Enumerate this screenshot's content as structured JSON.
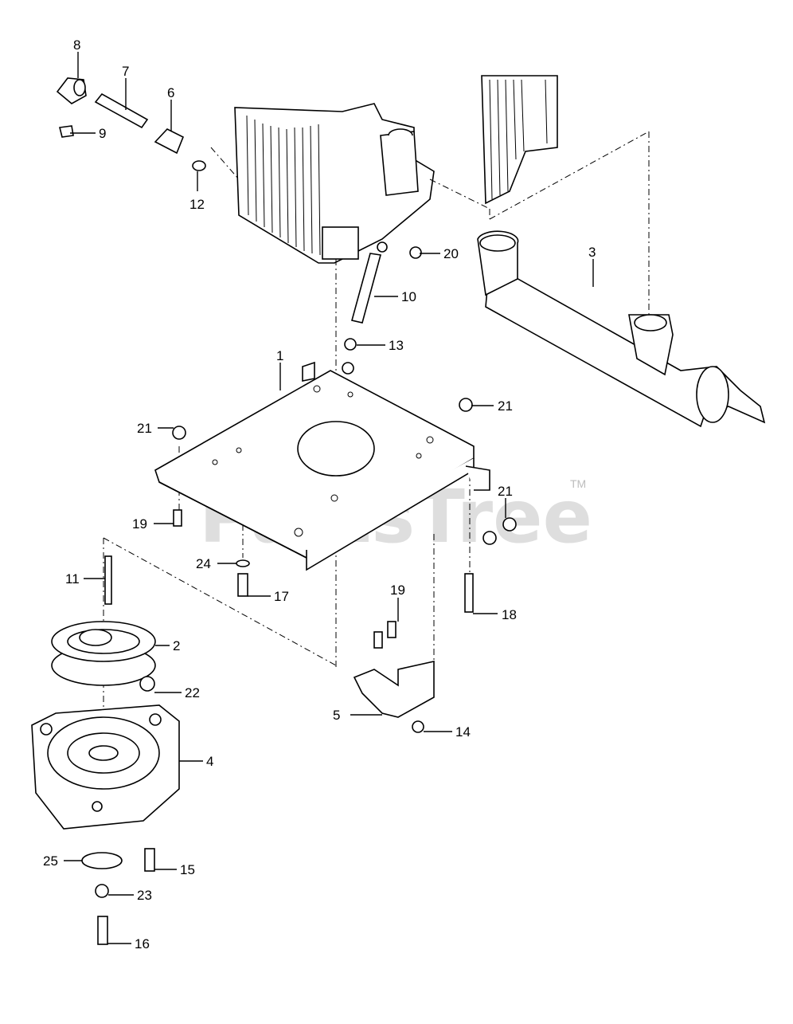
{
  "watermark": {
    "text": "PartsTree",
    "trademark": "TM"
  },
  "callouts": {
    "c1": "1",
    "c2": "2",
    "c3": "3",
    "c4": "4",
    "c5": "5",
    "c6": "6",
    "c7": "7",
    "c8": "8",
    "c9": "9",
    "c10": "10",
    "c11": "11",
    "c12": "12",
    "c13": "13",
    "c14": "14",
    "c15": "15",
    "c16": "16",
    "c17": "17",
    "c18": "18",
    "c19a": "19",
    "c19b": "19",
    "c20": "20",
    "c21a": "21",
    "c21b": "21",
    "c21c": "21",
    "c22": "22",
    "c23": "23",
    "c24": "24",
    "c25": "25"
  }
}
